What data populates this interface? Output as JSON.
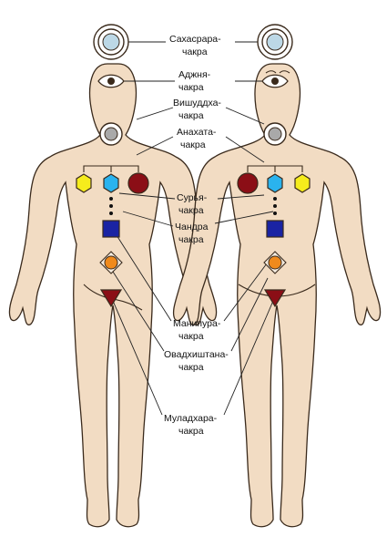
{
  "labels": {
    "sahasrara": [
      "Сахасрара-",
      "чакра"
    ],
    "ajna": [
      "Аджня-",
      "чакра"
    ],
    "vishuddha": [
      "Вишуддха-",
      "чакра"
    ],
    "anahata": [
      "Анахата-",
      "чакра"
    ],
    "surya": [
      "Сурья-",
      "чакра"
    ],
    "chandra": [
      "Чандра",
      "чакра"
    ],
    "manipura": [
      "Манипура-",
      "чакра"
    ],
    "svadhisthana": [
      "Овадхиштана-",
      "чакра"
    ],
    "muladhara": [
      "Муладхара-",
      "чакра"
    ]
  },
  "colors": {
    "skin": "#f2dcc3",
    "outline": "#3a2a1c",
    "sahasrara": "#bcd8e6",
    "vishuddha": "#a9a9a9",
    "anahata_side": "#f6ec1c",
    "anahata_center": "#2ab3ee",
    "red_chakra": "#8b0e16",
    "chandra": "#1a23a3",
    "manipura": "#f08a1c",
    "muladhara": "#8b0e16"
  }
}
